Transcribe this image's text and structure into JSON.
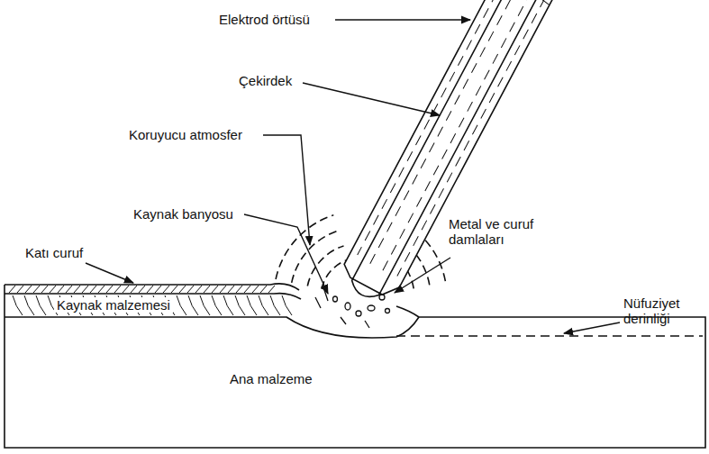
{
  "diagram": {
    "labels": [
      "Elektrod örtüsü",
      "Çekirdek",
      "Koruyucu atmosfer",
      "Kaynak banyosu",
      "Metal ve curuf damlaları",
      "Katı curuf",
      "Kaynak malzemesi",
      "Nüfuziyet derinliği",
      "Ana malzeme"
    ]
  }
}
